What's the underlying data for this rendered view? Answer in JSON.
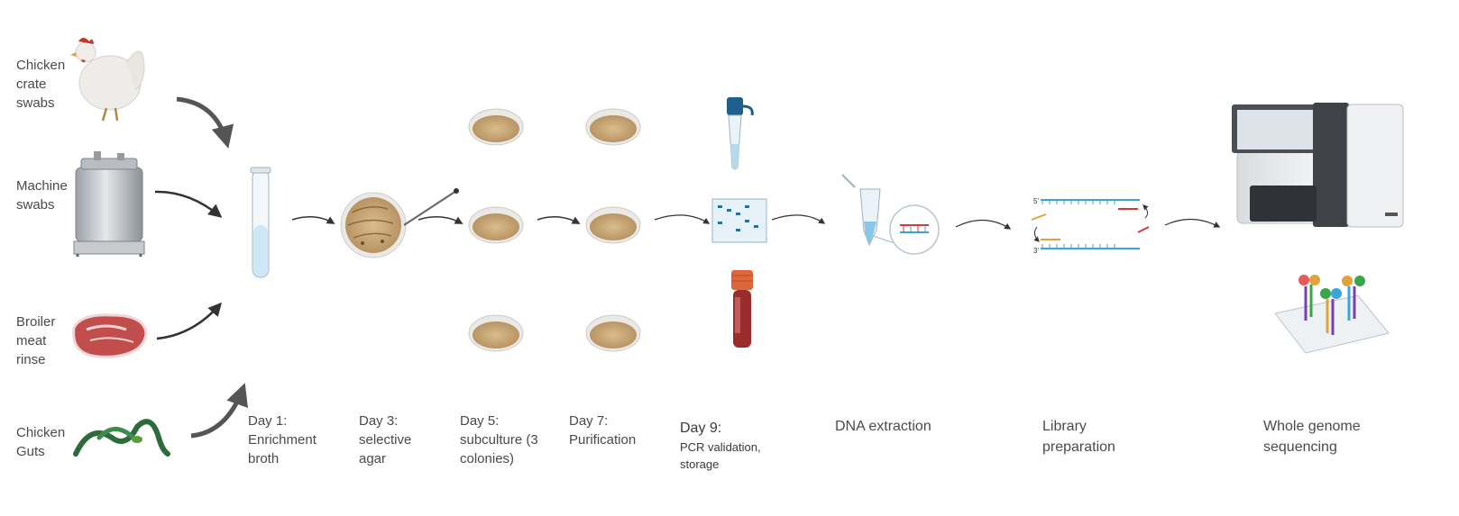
{
  "sources": [
    {
      "lines": [
        "Chicken",
        "crate",
        "swabs"
      ]
    },
    {
      "lines": [
        "Machine",
        "swabs"
      ]
    },
    {
      "lines": [
        "Broiler",
        "meat",
        "rinse"
      ]
    },
    {
      "lines": [
        "Chicken",
        "Guts"
      ]
    }
  ],
  "steps": [
    {
      "lines": [
        "Day 1:",
        "Enrichment",
        "broth"
      ]
    },
    {
      "lines": [
        "Day 3:",
        "selective",
        "agar"
      ]
    },
    {
      "lines": [
        "Day 5:",
        "subculture (3",
        "colonies)"
      ]
    },
    {
      "lines": [
        "Day 7:",
        "Purification"
      ]
    },
    {
      "lines": [
        "Day 9:",
        "PCR validation,",
        "storage"
      ]
    },
    {
      "lines": [
        "DNA extraction"
      ]
    },
    {
      "lines": [
        "Library",
        "preparation"
      ]
    },
    {
      "lines": [
        "Whole genome",
        "sequencing"
      ]
    }
  ],
  "colors": {
    "agar": "#c9a777",
    "plate_rim": "#e8e6e2",
    "tube_liquid": "#cfe6f5",
    "arrow": "#333333",
    "dna_blue": "#3aa6d8",
    "dna_red": "#d83a3a",
    "blood": "#9b2c2c",
    "cap_orange": "#e0663a"
  }
}
